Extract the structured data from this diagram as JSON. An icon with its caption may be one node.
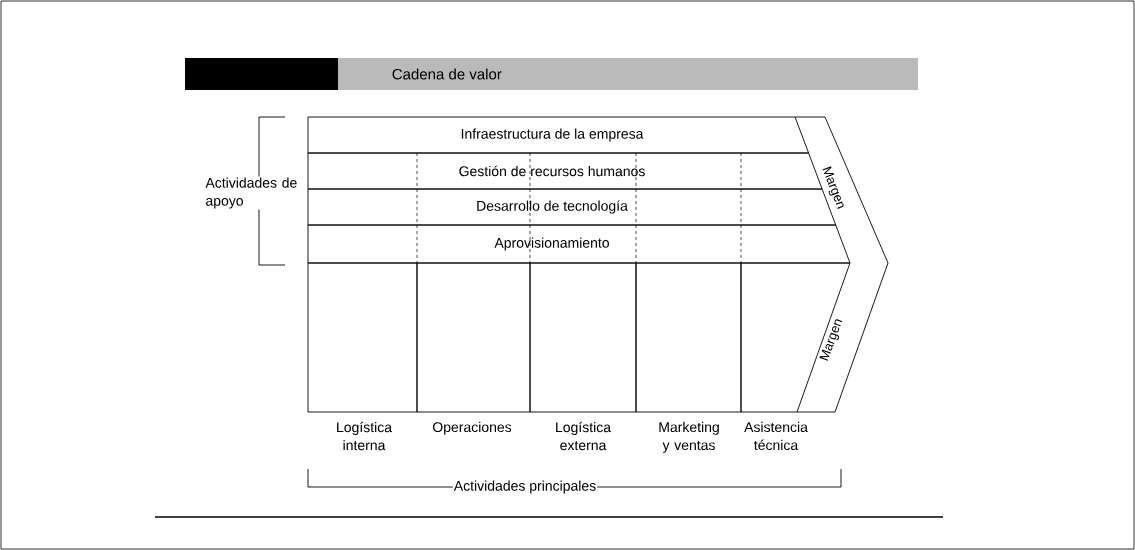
{
  "diagram": {
    "title": "Cadena de valor",
    "nodes": [
      {
        "text": [
          "Infraestructura de la empresa"
        ]
      },
      {
        "text": [
          "Gestión de recursos humanos"
        ]
      },
      {
        "text": [
          "Desarrollo de tecnología"
        ]
      },
      {
        "text": [
          "Aprovisionamiento"
        ]
      },
      {
        "text": [
          "Logística interna"
        ]
      },
      {
        "text": [
          "Operaciones"
        ]
      },
      {
        "text": [
          "Logística externa"
        ]
      },
      {
        "text": [
          "Marketing y ventas"
        ]
      },
      {
        "text": [
          "Asistencia técnica"
        ]
      }
    ],
    "labels": [
      "Actividades de apoyo",
      "Margen",
      "Margen",
      "Actividades principales"
    ]
  }
}
